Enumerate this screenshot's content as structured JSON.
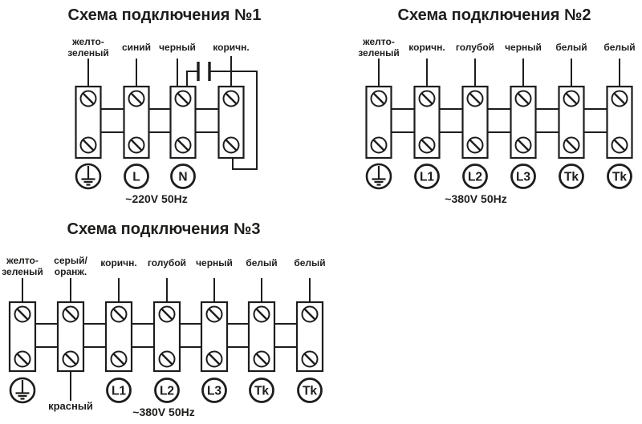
{
  "page": {
    "background_color": "#ffffff",
    "line_color": "#1d1d1b"
  },
  "icons": {
    "ground": "protective-earth-icon",
    "capacitor": "capacitor-icon",
    "screw": "screw-terminal-icon"
  },
  "diagrams": [
    {
      "title": "Схема подключения №1",
      "voltage": "~220V 50Hz",
      "wires": {
        "w1_line1": "желто-",
        "w1_line2": "зеленый",
        "w2": "синий",
        "w3": "черный",
        "w4": "коричн."
      },
      "terminals": {
        "t2": "L",
        "t3": "N"
      }
    },
    {
      "title": "Схема подключения №2",
      "voltage": "~380V 50Hz",
      "wires": {
        "w1_line1": "желто-",
        "w1_line2": "зеленый",
        "w2": "коричн.",
        "w3": "голубой",
        "w4": "черный",
        "w5": "белый",
        "w6": "белый"
      },
      "terminals": {
        "t2": "L1",
        "t3": "L2",
        "t4": "L3",
        "t5": "Tk",
        "t6": "Tk"
      }
    },
    {
      "title": "Схема подключения №3",
      "voltage": "~380V 50Hz",
      "wires": {
        "w1_line1": "желто-",
        "w1_line2": "зеленый",
        "w2_line1": "серый/",
        "w2_line2": "оранж.",
        "w2_bottom": "красный",
        "w3": "коричн.",
        "w4": "голубой",
        "w5": "черный",
        "w6": "белый",
        "w7": "белый"
      },
      "terminals": {
        "t3": "L1",
        "t4": "L2",
        "t5": "L3",
        "t6": "Tk",
        "t7": "Tk"
      }
    }
  ]
}
